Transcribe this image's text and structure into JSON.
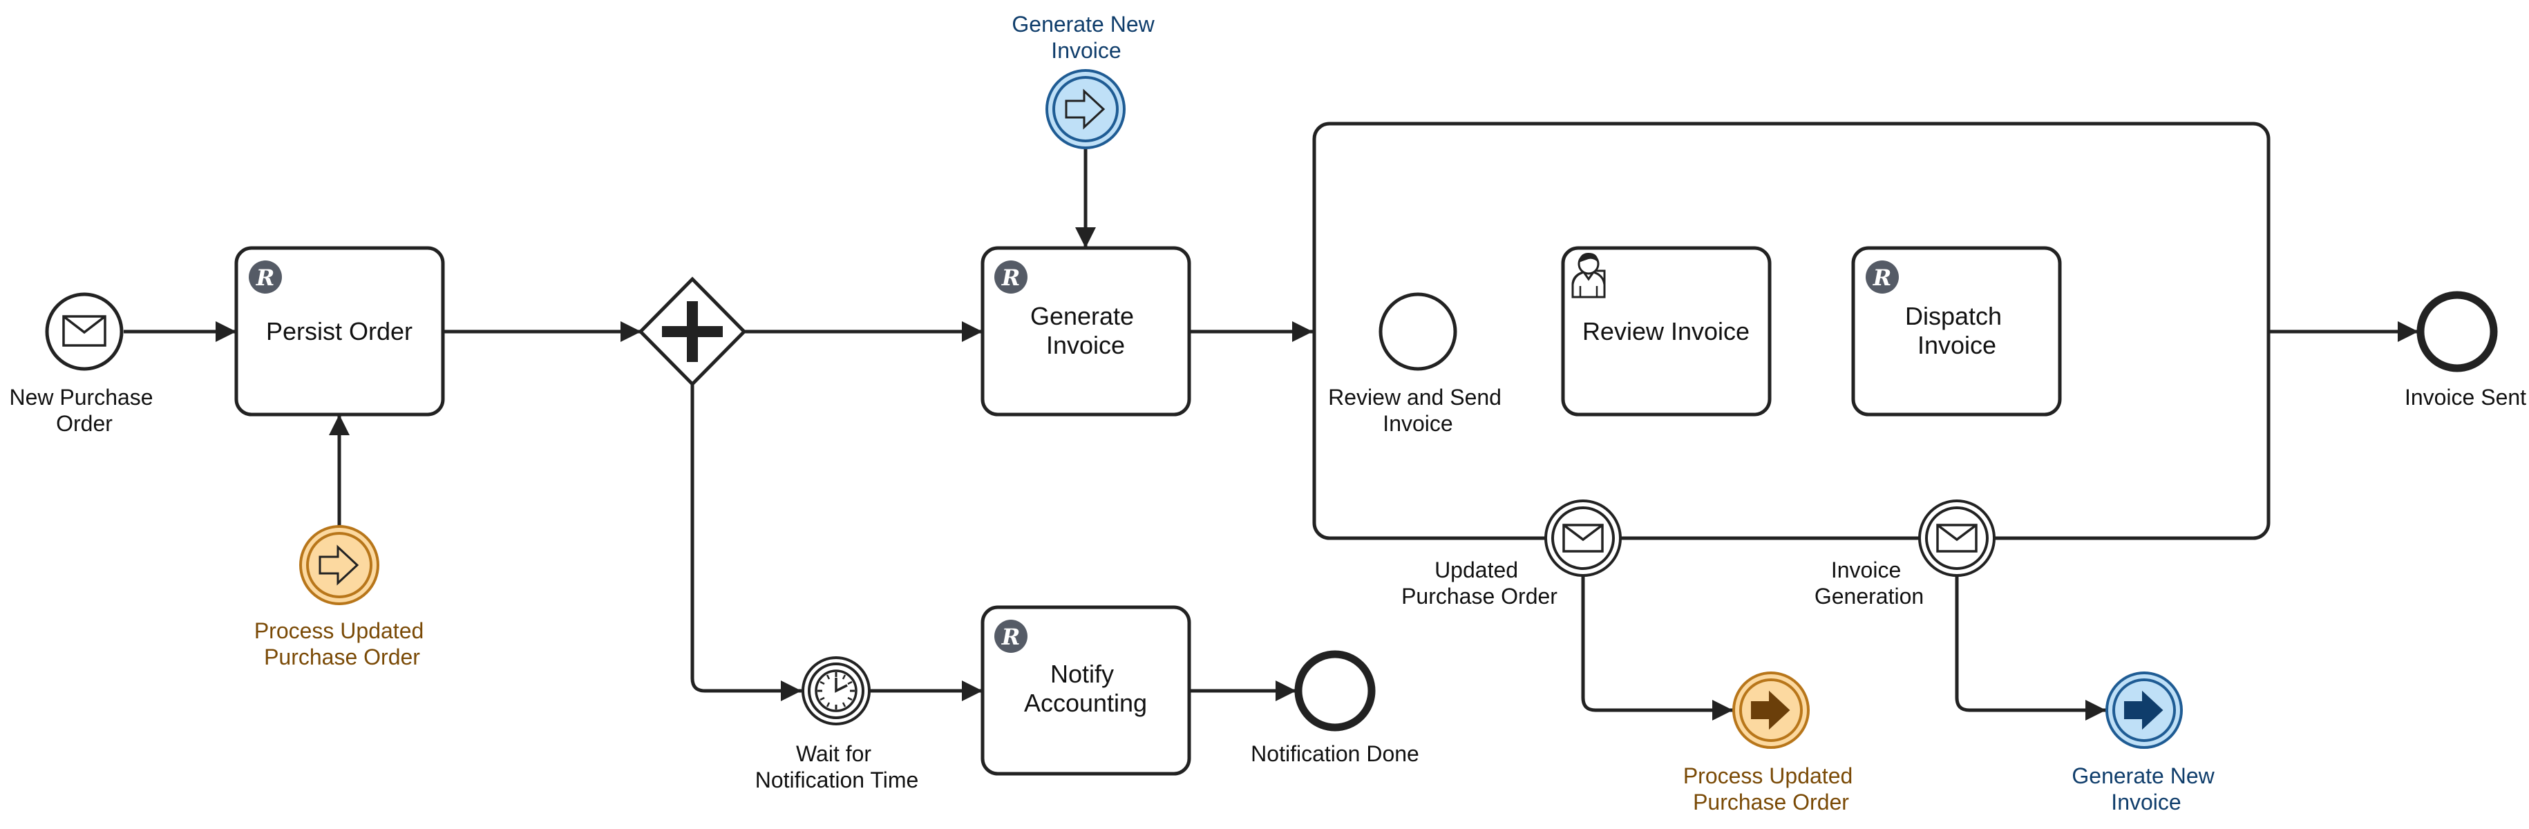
{
  "diagram": {
    "tasks": {
      "persist_order": [
        "Persist Order"
      ],
      "generate_invoice": [
        "Generate",
        "Invoice"
      ],
      "notify_accounting": [
        "Notify",
        "Accounting"
      ],
      "review_invoice": [
        "Review Invoice"
      ],
      "dispatch_invoice": [
        "Dispatch",
        "Invoice"
      ]
    },
    "labels": {
      "new_purchase_order": [
        "New Purchase",
        "Order"
      ],
      "process_updated_po_left": [
        "Process Updated",
        "Purchase Order"
      ],
      "generate_new_invoice_top": [
        "Generate New",
        "Invoice"
      ],
      "wait_for_notification": [
        "Wait for",
        "Notification Time"
      ],
      "notification_done": [
        "Notification Done"
      ],
      "review_and_send": [
        "Review and Send",
        "Invoice"
      ],
      "invoice_sent": [
        "Invoice Sent"
      ],
      "updated_purchase_order": [
        "Updated",
        "Purchase Order"
      ],
      "invoice_generation": [
        "Invoice",
        "Generation"
      ],
      "process_updated_po_bottom": [
        "Process Updated",
        "Purchase Order"
      ],
      "generate_new_invoice_bottom": [
        "Generate New",
        "Invoice"
      ]
    },
    "task_marker_letter": "R",
    "colors": {
      "stroke": "#222222",
      "marker_badge": "#555b66",
      "orange_fill": "#fcd9a0",
      "orange_stroke": "#b8761a",
      "orange_text": "#7a4a06",
      "orange_throw_arrow": "#6b3f0a",
      "blue_fill": "#bfe0f7",
      "blue_stroke": "#1f5c94",
      "blue_text": "#0f3d6b",
      "blue_throw_arrow": "#0f3d6b"
    }
  }
}
